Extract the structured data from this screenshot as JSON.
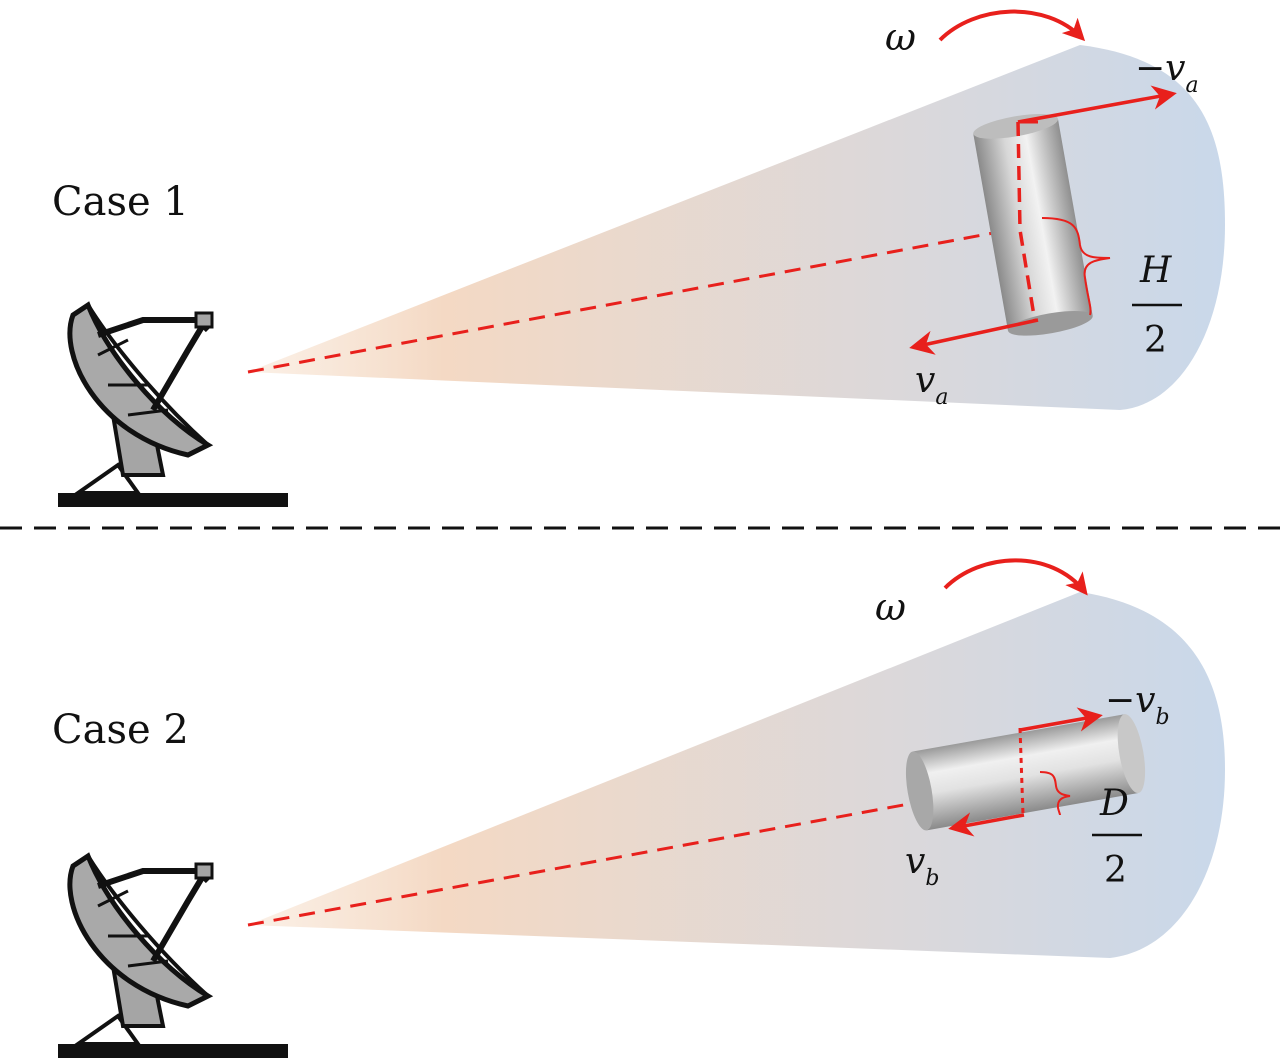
{
  "colors": {
    "beam_near": "#f6d9c2",
    "beam_far": "#c9d7ea",
    "accent_red": "#e8201c",
    "divider": "#111111",
    "cylinder_light": "#e4e4e4",
    "cylinder_dark": "#8e8e8e",
    "antenna_fill": "#a9a9a9",
    "antenna_stroke": "#111111"
  },
  "case1": {
    "label": "Case 1",
    "omega": "ω",
    "v_top_label": "−v",
    "v_top_sub": "a",
    "v_bottom_label": "v",
    "v_bottom_sub": "a",
    "fraction_num": "H",
    "fraction_den": "2",
    "icons": [
      "radar-antenna-icon",
      "cylinder-target-icon",
      "rotation-arrow-icon"
    ]
  },
  "case2": {
    "label": "Case 2",
    "omega": "ω",
    "v_top_label": "−v",
    "v_top_sub": "b",
    "v_bottom_label": "v",
    "v_bottom_sub": "b",
    "fraction_num": "D",
    "fraction_den": "2",
    "icons": [
      "radar-antenna-icon",
      "cylinder-target-icon",
      "rotation-arrow-icon"
    ]
  }
}
